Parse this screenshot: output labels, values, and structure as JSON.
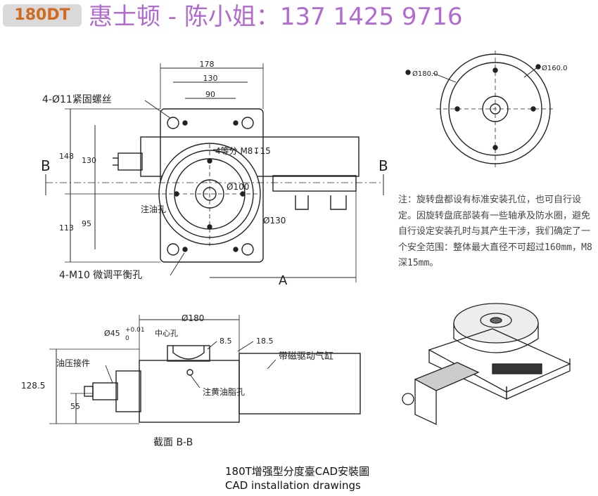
{
  "header": {
    "model": "180DT",
    "contact": "惠士顿 - 陈小姐：137 1425 9716"
  },
  "top_view": {
    "dim_178": "178",
    "dim_130": "130",
    "dim_90": "90",
    "dim_148": "148",
    "dim_130_v": "130",
    "dim_113": "113",
    "dim_95": "95",
    "label_bolts": "4-Ø11紧固螺丝",
    "label_m8": "4等分 M8↧15",
    "label_phi": "Ø100",
    "label_oil": "注油孔",
    "label_phi130": "Ø130",
    "label_m10": "4-M10 微调平衡孔",
    "section_b_left": "B",
    "section_b_right": "B",
    "dim_a": "A"
  },
  "side_view": {
    "dim_180": "Ø180",
    "dim_phi45": "Ø45",
    "tol_plus": "+0.01",
    "tol_zero": "0",
    "label_center": "中心孔",
    "dim_8_5": "8.5",
    "dim_18_5": "18.5",
    "dim_128_5": "128.5",
    "dim_55": "55",
    "label_valve": "油压接件",
    "label_cylinder": "带磁驱动气缸",
    "label_grease": "注黄油脂孔",
    "section_title": "截面 B-B"
  },
  "plate_view": {
    "label_left": "Ø180.0",
    "label_right": "Ø160.0"
  },
  "note": "注：旋转盘都设有标准安装孔位，也可自行设定。因旋转盘底部装有一些轴承及防水圈，避免自行设定安装孔时与其产生干涉，我们确定了一个安全范围：整体最大直径不可超过160mm，M8深15mm。",
  "captions": {
    "cn": "180T增强型分度臺CAD安裝圖",
    "en": "CAD installation drawings"
  }
}
